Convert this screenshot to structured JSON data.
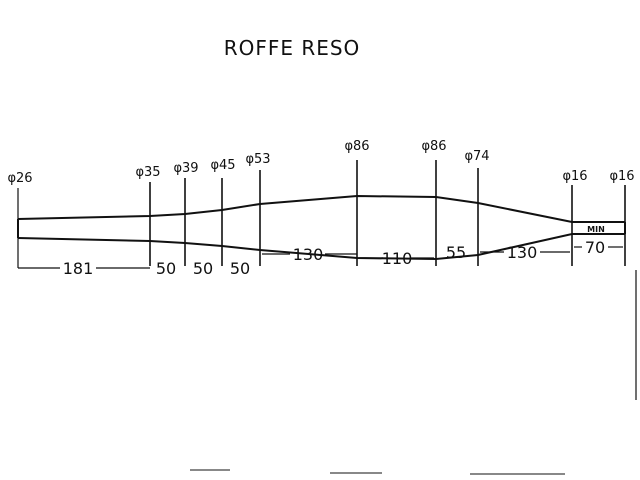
{
  "title": "ROFFE RESO",
  "diameters": [
    "φ26",
    "φ35",
    "φ39",
    "φ45",
    "φ53",
    "φ86",
    "φ86",
    "φ74",
    "φ16",
    "φ16"
  ],
  "lengths": [
    "181",
    "50",
    "50",
    "50",
    "130",
    "110",
    "55",
    "130",
    "70"
  ],
  "min_label": "MIN"
}
